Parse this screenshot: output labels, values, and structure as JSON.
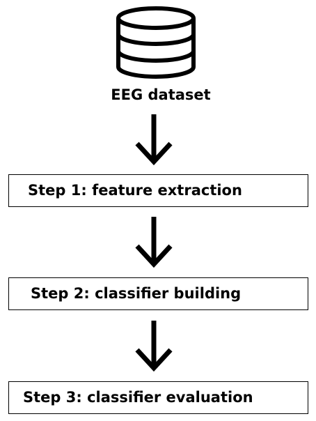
{
  "dataset": {
    "icon": "database-icon",
    "label": "EEG dataset"
  },
  "steps": [
    {
      "label": "Step 1: feature extraction"
    },
    {
      "label": "Step 2: classifier building"
    },
    {
      "label": "Step 3: classifier evaluation"
    }
  ],
  "connector_icon": "arrow-down-icon"
}
